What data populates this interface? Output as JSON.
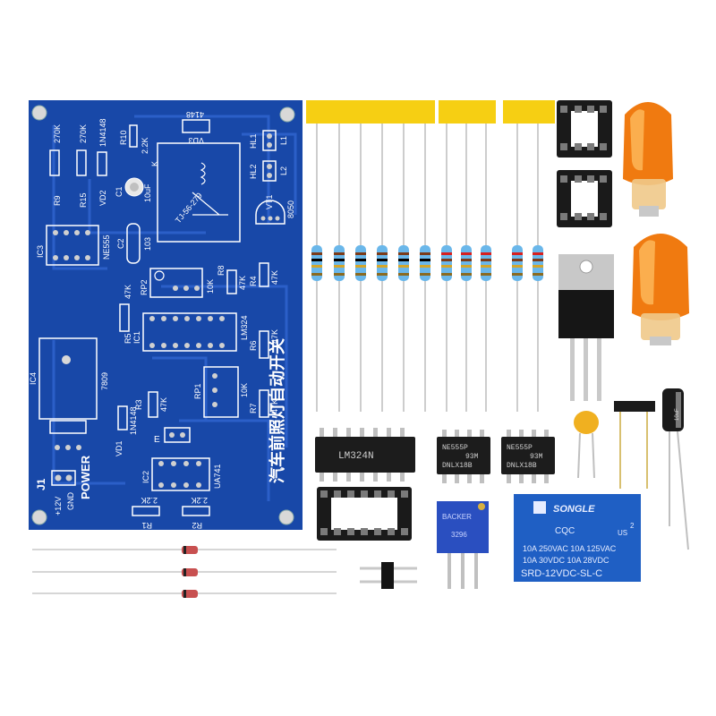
{
  "board": {
    "title": "汽车前照灯自动开关",
    "power_label": "POWER",
    "j1_label": "J1",
    "plus12v_label": "+12V",
    "gnd_label": "GND",
    "labels": {
      "r9": "R9",
      "r15": "R15",
      "vd2": "VD2",
      "r9_val": "270K",
      "r15_val": "270K",
      "vd2_val": "1N4148",
      "r10": "R10",
      "r10_val": "2.2K",
      "c1": "C1",
      "c1_val": "10uF",
      "vd3": "VD3",
      "vd3_val": "4148",
      "relay_model": "TJ-56-279",
      "k": "K",
      "hl1": "HL1",
      "hl2": "HL2",
      "l1": "L1",
      "l2": "L2",
      "vt1": "VT1",
      "vt1_val": "8050",
      "ic3": "IC3",
      "ne555": "NE555",
      "c2": "C2",
      "c2_val": "103",
      "rp2": "RP2",
      "rp2_val": "10K",
      "r8": "R8",
      "r8_val": "47K",
      "r4": "R4",
      "r4_val": "47K",
      "r5": "R5",
      "r5_val": "47K",
      "ic1": "IC1",
      "lm324": "LM324",
      "r6": "R6",
      "r6_val": "47K",
      "ic4": "IC4",
      "ic4_val": "7809",
      "r3": "R3",
      "r3_val": "47K",
      "vd1": "VD1",
      "vd1_val": "1N4148",
      "rp1": "RP1",
      "rp1_val": "10K",
      "e": "E",
      "r7": "R7",
      "r7_val": "47K",
      "ic2": "IC2",
      "ic2_val": "UA741",
      "r1": "R1",
      "r1_val": "2.2K",
      "r2": "R2",
      "r2_val": "2.2K"
    }
  },
  "chips": {
    "ic_a_top": "LM324N",
    "ne555_1_top": "NE555P",
    "ne555_1_mid": "93M",
    "ne555_1_bot": "DNLX18B",
    "ne555_2_top": "NE555P",
    "ne555_2_mid": "93M",
    "ne555_2_bot": "DNLX18B"
  },
  "trimpot": {
    "brand": "BACKER",
    "code": "3296"
  },
  "relay": {
    "brand": "SONGLE",
    "rating1": "10A 250VAC  10A 125VAC",
    "rating2": "10A 30VDC  10A 28VDC",
    "model": "SRD-12VDC-SL-C",
    "us": "US",
    "two": "2"
  },
  "capacitor": {
    "value": "10uF"
  },
  "colors": {
    "pcb": "#1848a8",
    "pcb_trace": "#2a5cc4",
    "tape": "#f6cf13",
    "bulb": "#f07a10",
    "relay_blue": "#1f5fc4",
    "trimpot_blue": "#2a4fc0",
    "resistor_body": "#6ab7ea"
  }
}
